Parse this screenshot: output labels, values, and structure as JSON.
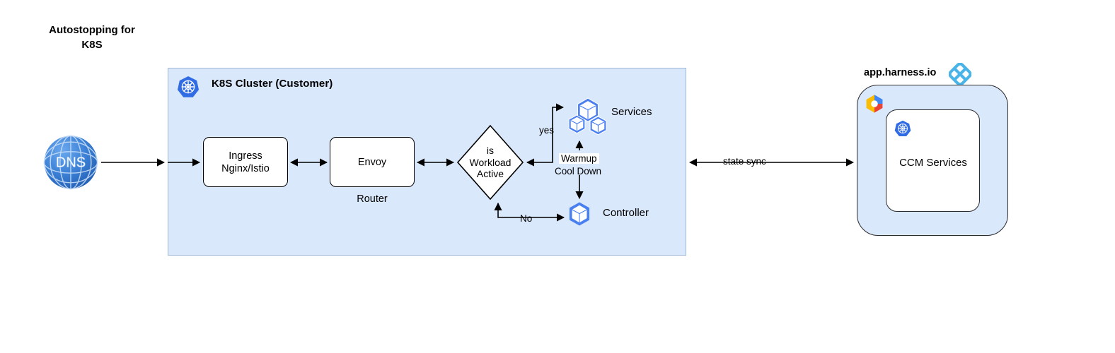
{
  "title": "Autostopping for\nK8S",
  "cluster": {
    "label": "K8S Cluster (Customer)",
    "icon": "kubernetes-icon"
  },
  "dns": {
    "label": "DNS",
    "icon": "dns-globe-icon"
  },
  "nodes": {
    "ingress": "Ingress\nNginx/Istio",
    "envoy": "Envoy",
    "router_caption": "Router",
    "decision": "is\nWorkload\nActive",
    "services": "Services",
    "controller": "Controller",
    "ccm_services": "CCM Services"
  },
  "edges": {
    "yes": "yes",
    "no": "No",
    "warmup": "Warmup",
    "cooldown": "Cool Down",
    "state_sync": "state sync"
  },
  "harness": {
    "label": "app.harness.io",
    "logo_icon": "harness-logo-icon",
    "cloud_icon": "gcp-icon",
    "inner_icon": "kubernetes-icon"
  },
  "colors": {
    "cluster_fill": "#dae8fc",
    "cluster_stroke": "#9fb6d6",
    "node_fill": "#ffffff",
    "node_stroke": "#000000",
    "k8s_blue": "#326ce5",
    "icon_blue": "#4285f4",
    "harness_blue": "#4ab3e8",
    "edge_stroke": "#000000"
  }
}
